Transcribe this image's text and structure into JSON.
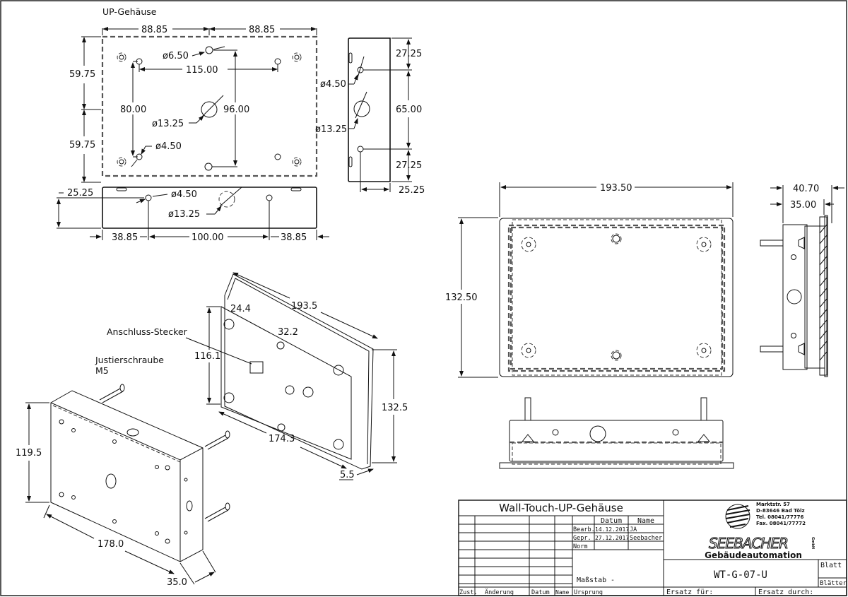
{
  "views": {
    "top_view": {
      "title": "UP-Gehäuse",
      "dims": {
        "half_width_left": "88.85",
        "half_width_right": "88.85",
        "hole_small_top": "ø6.50",
        "hole_spacing_h": "115.00",
        "half_height_top": "59.75",
        "half_height_bottom": "59.75",
        "hole_spacing_v1": "80.00",
        "hole_spacing_v2": "96.00",
        "center_hole": "ø13.25",
        "hole_small_bottom": "ø4.50"
      }
    },
    "front_view": {
      "dims": {
        "depth": "25.25",
        "hole_small": "ø4.50",
        "center_hole": "ø13.25",
        "left_offset": "38.85",
        "hole_spacing": "100.00",
        "right_offset": "38.85"
      }
    },
    "side_view": {
      "dims": {
        "hole_small": "ø4.50",
        "center_hole": "ø13.25",
        "top_offset": "27.25",
        "hole_spacing": "65.00",
        "bottom_offset": "27.25",
        "depth": "25.25"
      }
    },
    "panel_front": {
      "dims": {
        "width": "193.50",
        "height": "132.50"
      }
    },
    "panel_side": {
      "dims": {
        "total_depth": "40.70",
        "body_depth": "35.00"
      }
    },
    "iso_panel": {
      "labels": {
        "connector": "Anschluss-Stecker"
      },
      "dims": {
        "width": "193.5",
        "offset_a": "24.4",
        "offset_b": "32.2",
        "height_inner": "116.1",
        "height": "132.5",
        "width_inner": "174.3",
        "thickness": "5.5"
      }
    },
    "iso_housing": {
      "labels": {
        "screw_line1": "Justierschraube",
        "screw_line2": "M5"
      },
      "dims": {
        "height": "119.5",
        "width": "178.0",
        "depth": "35.0"
      }
    }
  },
  "title_block": {
    "title": "Wall-Touch-UP-Gehäuse",
    "header_datum": "Datum",
    "header_name": "Name",
    "rows": [
      {
        "label": "Bearb.",
        "date": "14.12.2017",
        "name": "JA"
      },
      {
        "label": "Gepr.",
        "date": "27.12.2017",
        "name": "Seebacher"
      },
      {
        "label": "Norm",
        "date": "",
        "name": ""
      }
    ],
    "scale_label": "Maßstab",
    "scale_value": "-",
    "footer": {
      "zust": "Zust.",
      "aenderung": "Änderung",
      "datum": "Datum",
      "name": "Name",
      "ursprung": "Ursprung",
      "ersatz_fuer": "Ersatz für:",
      "ersatz_durch": "Ersatz durch:"
    },
    "company": {
      "logo_text": "SEEBACHER",
      "logo_suffix": "GmbH",
      "street": "Marktstr. 57",
      "city": "D-83646 Bad Tölz",
      "tel": "Tel.  08041/77776",
      "fax": "Fax. 08041/77772",
      "tagline": "Gebäudeautomation"
    },
    "drawing_number": "WT-G-07-U",
    "blatt": "Blatt",
    "blaetter": "Blätter"
  }
}
